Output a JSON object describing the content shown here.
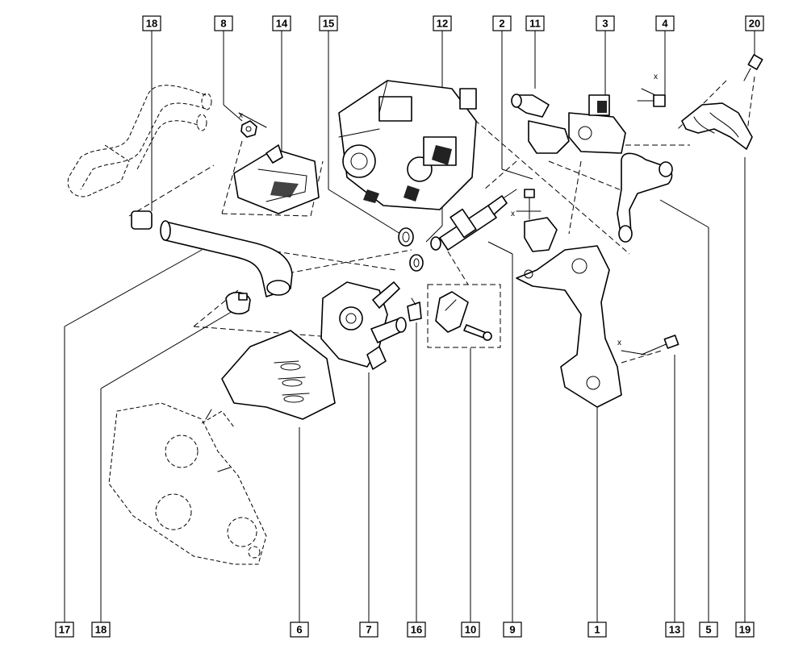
{
  "figure": {
    "callouts_top": [
      "18",
      "8",
      "14",
      "15",
      "12",
      "2",
      "11",
      "3",
      "4",
      "20"
    ],
    "callouts_bottom": [
      "17",
      "18",
      "6",
      "7",
      "16",
      "10",
      "9",
      "1",
      "13",
      "5",
      "19"
    ],
    "torque_marks": [
      "x",
      "x",
      "x",
      "x"
    ]
  }
}
